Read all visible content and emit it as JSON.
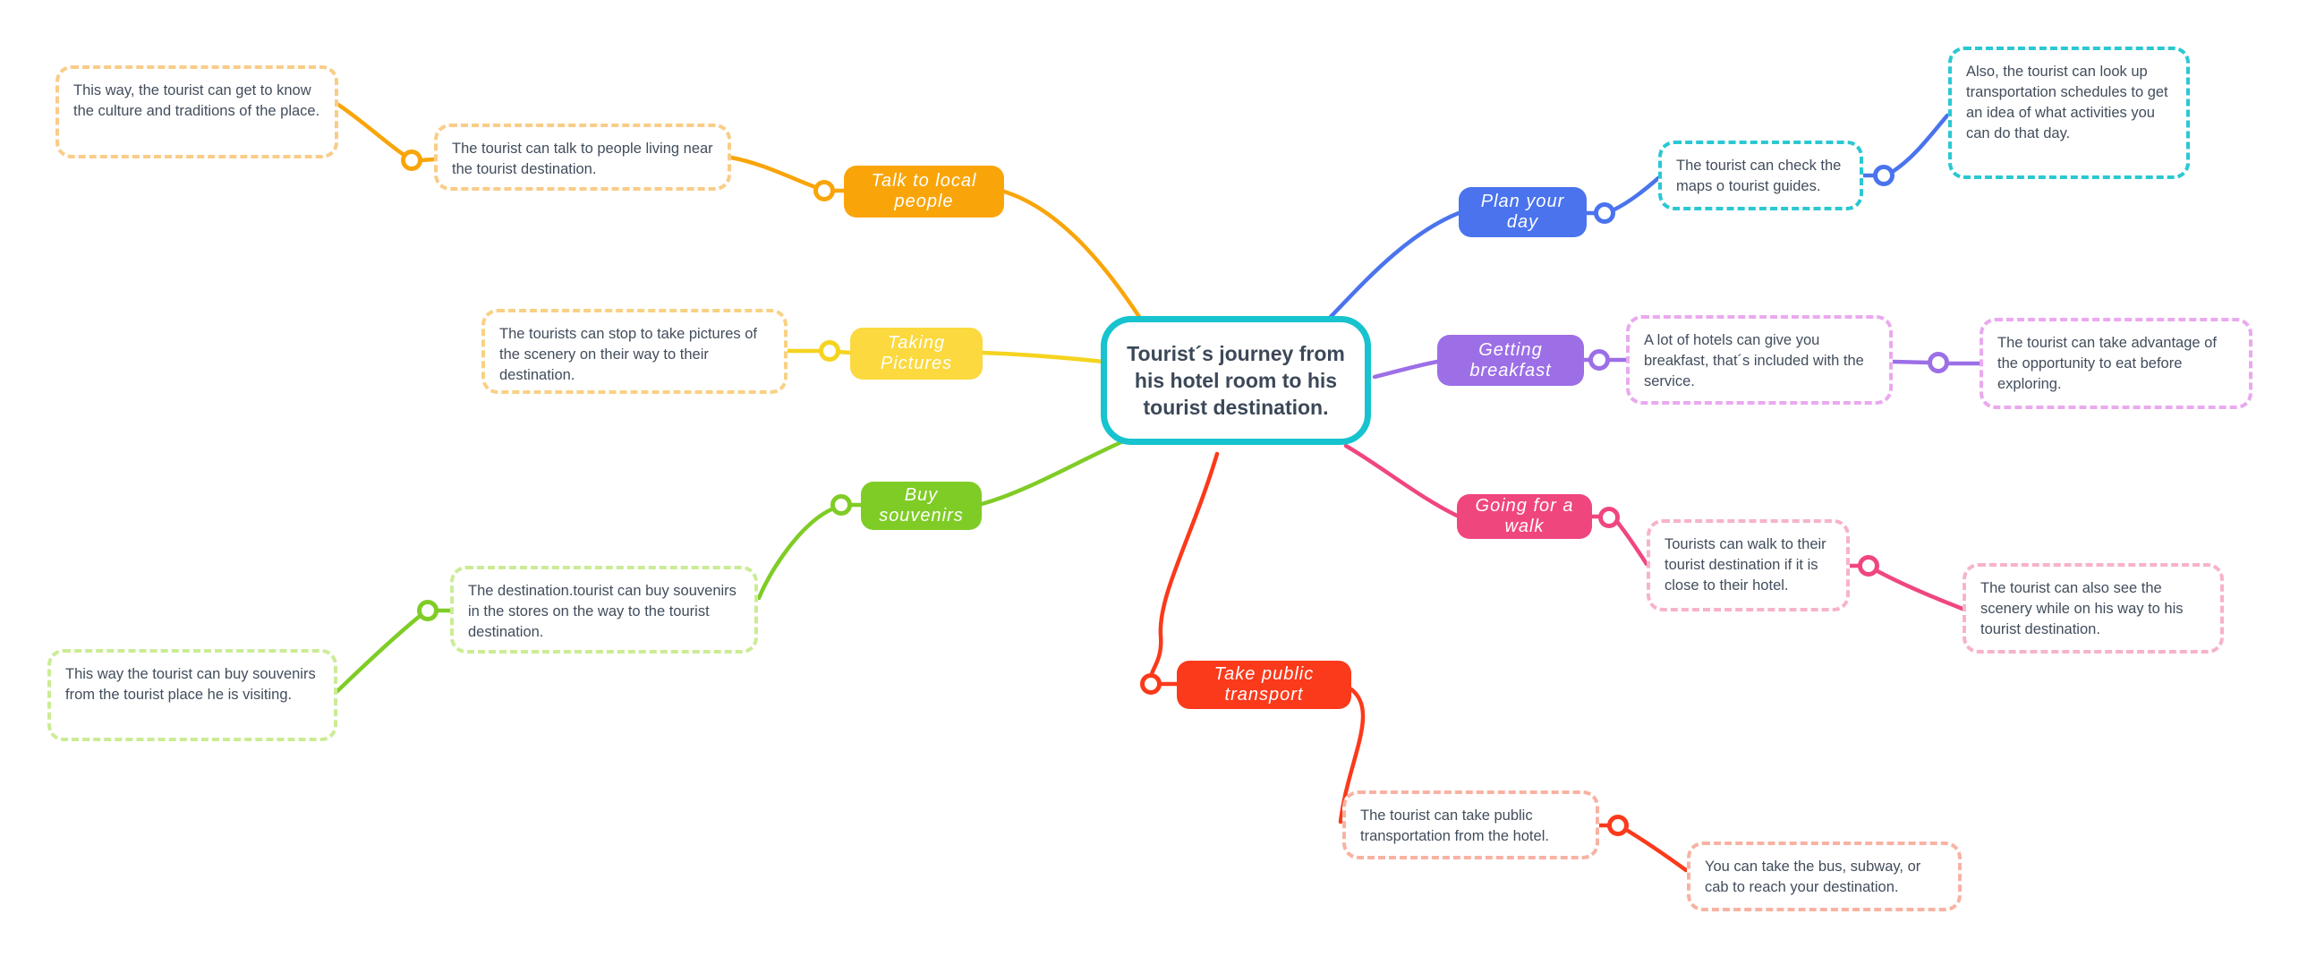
{
  "central": {
    "label": "Tourist´s journey from his hotel room to his tourist destination.",
    "border_color": "#16C3CE"
  },
  "branches": [
    {
      "label": "Talk to local people",
      "color": "#F9A50A",
      "child_border_color": "#F9CC88",
      "children": [
        {
          "text": "The tourist can talk to people living near the tourist destination."
        },
        {
          "text": "This way, the tourist can get to know the culture and traditions of the place."
        }
      ]
    },
    {
      "label": "Taking Pictures",
      "color": "#FBD93F",
      "child_border_color": "#F8D184",
      "children": [
        {
          "text": "The tourists can stop to take pictures of the scenery on their way to their destination."
        }
      ]
    },
    {
      "label": "Buy souvenirs",
      "color": "#7FCC26",
      "child_border_color": "#CBEC95",
      "children": [
        {
          "text": "The destination.tourist can buy souvenirs in the stores on the way to the tourist destination."
        },
        {
          "text": "This way the tourist can buy souvenirs from the tourist place he is visiting."
        }
      ]
    },
    {
      "label": "Plan your day",
      "color": "#4A73ED",
      "child_border_color": "#2AC8D2",
      "children": [
        {
          "text": "The tourist can check the maps o tourist guides."
        },
        {
          "text": "Also, the tourist can look up transportation schedules to get an idea of what activities you can do that day."
        }
      ]
    },
    {
      "label": "Getting breakfast",
      "color": "#9C6FE6",
      "child_border_color": "#EAA9EF",
      "children": [
        {
          "text": "A lot of hotels can give you breakfast, that´s included with the service."
        },
        {
          "text": "The tourist can take advantage of the opportunity to eat before exploring."
        }
      ]
    },
    {
      "label": "Going for a walk",
      "color": "#F0467E",
      "child_border_color": "#F7B3C9",
      "children": [
        {
          "text": "Tourists can walk to their tourist destination if it is close to their hotel."
        },
        {
          "text": "The tourist can also see the scenery while on his way to his tourist destination."
        }
      ]
    },
    {
      "label": "Take public transport",
      "color": "#FB3A1B",
      "child_border_color": "#F9B2A2",
      "children": [
        {
          "text": "The tourist can take public transportation from the hotel."
        },
        {
          "text": "You can take the bus, subway, or cab to reach your destination."
        }
      ]
    }
  ]
}
